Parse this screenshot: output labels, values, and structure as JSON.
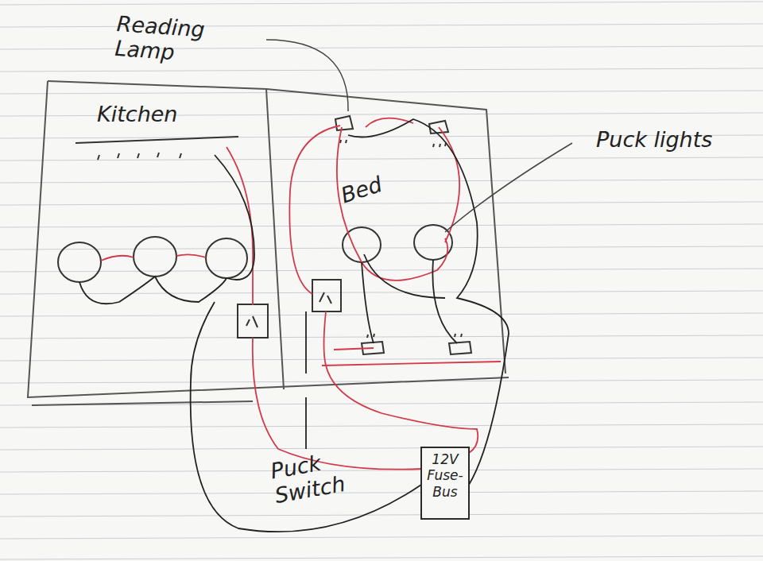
{
  "diagram": {
    "nodes": [
      {
        "text": [
          "12V Fuse-Bus"
        ]
      }
    ],
    "labels": [
      "Reading Lamp",
      "Kitchen",
      "Bed",
      "Puck lights",
      "Puck Switch"
    ]
  }
}
